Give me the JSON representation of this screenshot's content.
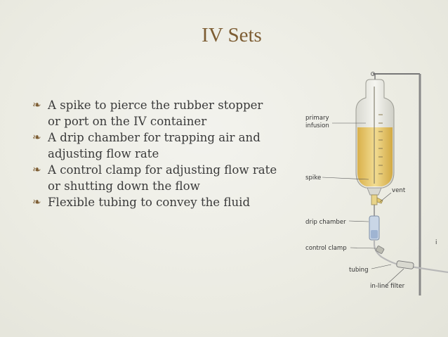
{
  "slide": {
    "title": "IV Sets",
    "bullet_icon": "cursive-swirl-bullet-icon",
    "bullets": [
      "A spike to pierce the rubber stopper or port on the IV container",
      "A drip chamber for trapping air and adjusting flow rate",
      "A control clamp for adjusting flow rate or shutting down the flow",
      "Flexible tubing to convey the fluid"
    ]
  },
  "diagram": {
    "labels": {
      "primary_1": "primary",
      "primary_2": "infusion",
      "spike": "spike",
      "vent": "vent",
      "drip_chamber": "drip chamber",
      "control_clamp": "control clamp",
      "tubing": "tubing",
      "inline_filter": "in-line filter",
      "edge_mark": "i"
    }
  },
  "colors": {
    "accent": "#7d5d33",
    "text": "#3a3a3a",
    "fluid": "#e6c766"
  }
}
